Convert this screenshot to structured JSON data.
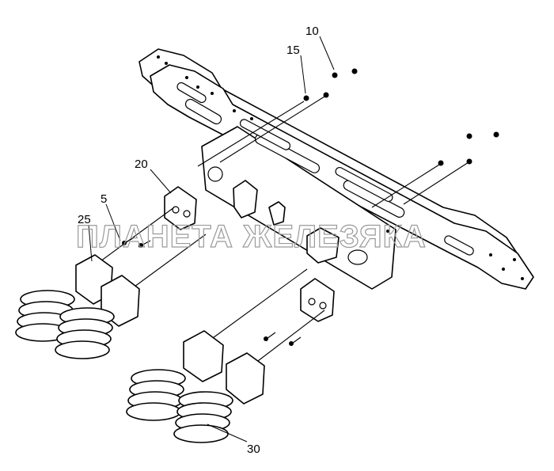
{
  "callouts": {
    "c10": "10",
    "c15": "15",
    "c20": "20",
    "c5": "5",
    "c25": "25",
    "c30": "30"
  },
  "watermark": "ПЛАНЕТА ЖЕЛЕЗЯКА",
  "icons": {
    "frame": "crossmember-frame-icon",
    "hook": "coupling-hook-icon",
    "spring": "coil-spring-icon",
    "bolt": "bolt-icon",
    "nut": "nut-icon"
  }
}
